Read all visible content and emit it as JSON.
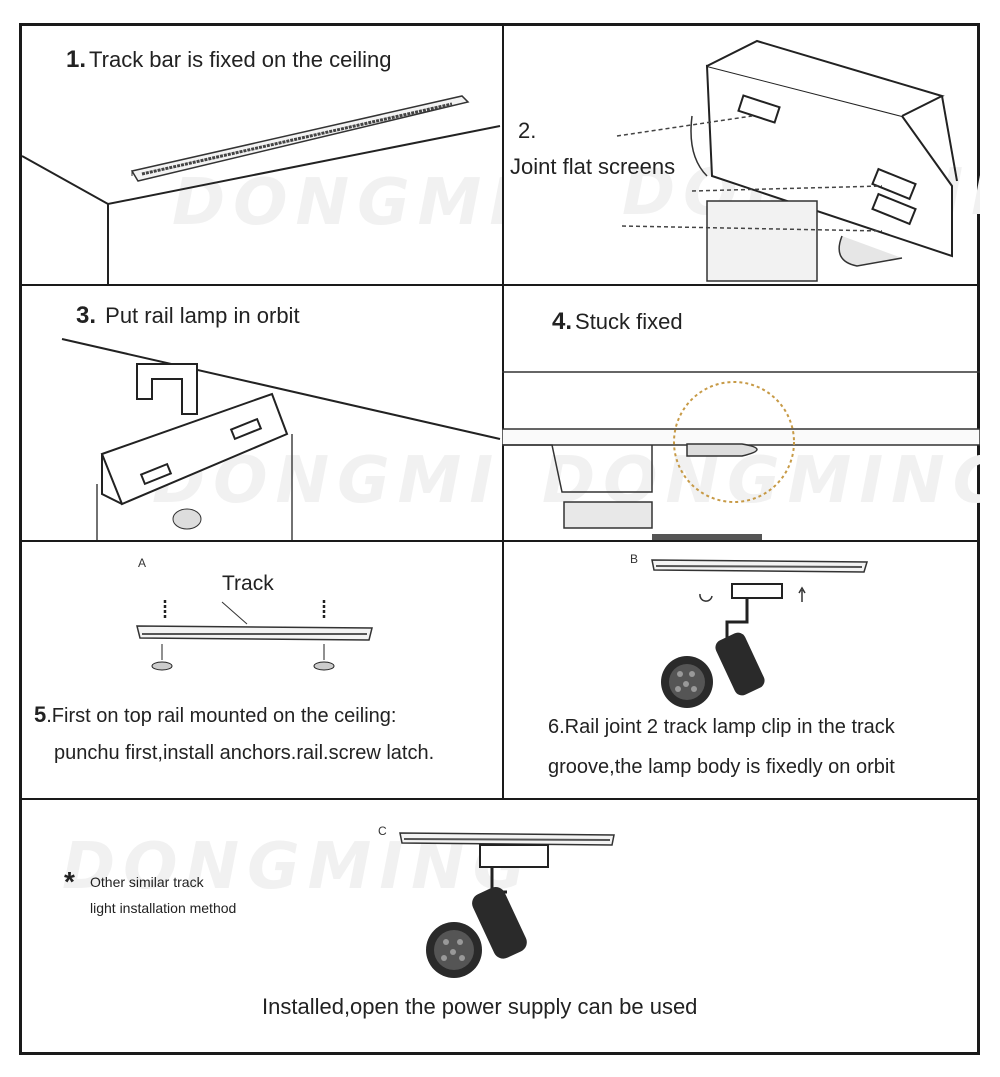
{
  "steps": {
    "s1": {
      "num": "1.",
      "text": "Track bar is fixed on the ceiling"
    },
    "s2": {
      "num": "2.",
      "text": "Joint flat screens"
    },
    "s3": {
      "num": "3.",
      "text": "Put rail lamp in orbit"
    },
    "s4": {
      "num": "4.",
      "text": "Stuck fixed"
    },
    "s5": {
      "letter": "A",
      "track_label": "Track",
      "num": "5",
      "line1": ".First on top rail mounted on the ceiling:",
      "line2": "punchu first,install anchors.rail.screw latch."
    },
    "s6": {
      "letter": "B",
      "line1": "6.Rail joint 2 track lamp clip in the track",
      "line2": "groove,the lamp body is fixedly on orbit"
    },
    "s7": {
      "letter": "C",
      "note_star": "*",
      "note_line1": "Other similar track",
      "note_line2": "light installation method",
      "caption": "Installed,open the power supply can be used"
    }
  },
  "watermark": "DONGMING"
}
